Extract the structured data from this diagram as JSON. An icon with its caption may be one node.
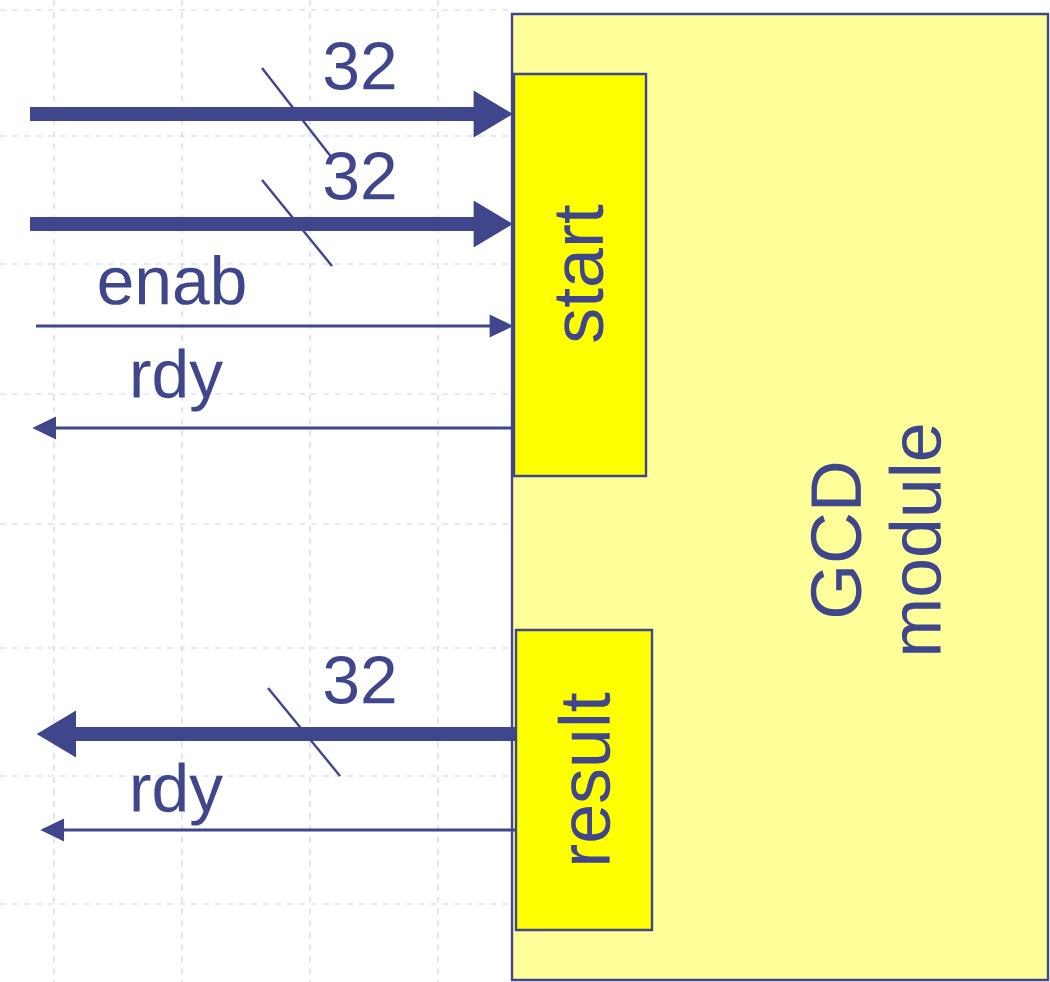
{
  "diagram": {
    "nodes": [
      {
        "text": [
          "GCD module"
        ]
      },
      {
        "text": [
          "start"
        ],
        "in": 0
      },
      {
        "text": [
          "result"
        ],
        "in": 0
      }
    ],
    "edges": [
      {
        "from": null,
        "to": 1,
        "arrow": "to",
        "label": "32",
        "style": "thick"
      },
      {
        "from": null,
        "to": 1,
        "arrow": "to",
        "label": "32",
        "style": "thick"
      },
      {
        "from": null,
        "to": 1,
        "arrow": "to",
        "label": "enab"
      },
      {
        "from": 1,
        "to": null,
        "arrow": "to",
        "label": "rdy"
      },
      {
        "from": 2,
        "to": null,
        "arrow": "to",
        "label": "32",
        "style": "thick"
      },
      {
        "from": 2,
        "to": null,
        "arrow": "to",
        "label": "rdy"
      }
    ]
  }
}
